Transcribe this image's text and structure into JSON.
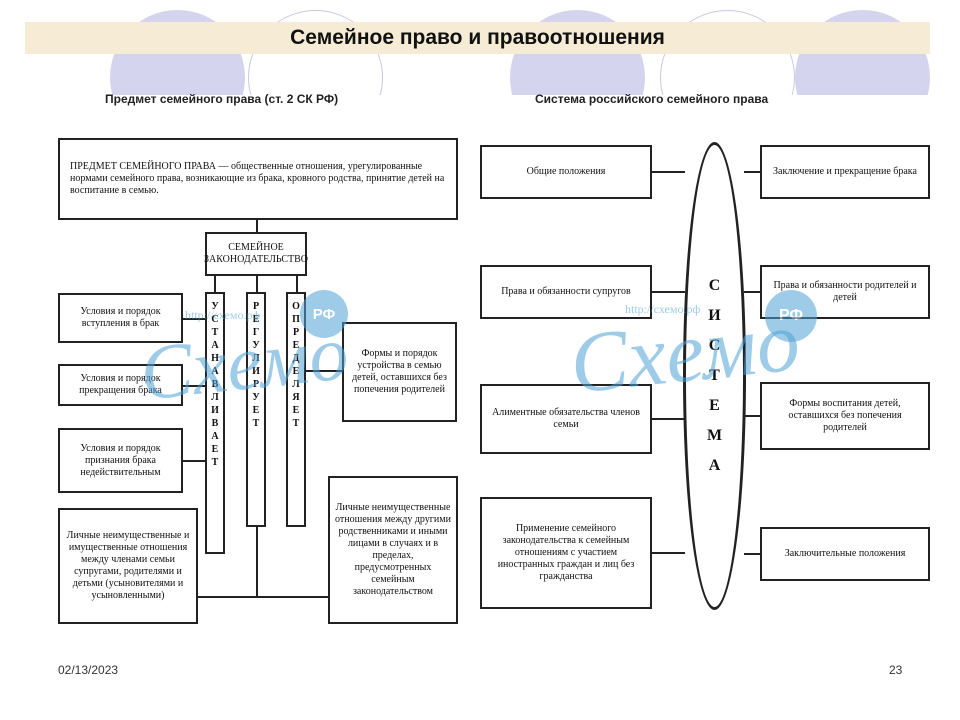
{
  "title": "Семейное право и правоотношения",
  "left": {
    "heading": "Предмет семейного права (ст. 2 СК РФ)",
    "main_box": "ПРЕДМЕТ СЕМЕЙНОГО ПРАВА — общественные отношения, урегулированные нормами семейного права, возникающие из брака, кровного родства, принятие детей на воспитание в семью.",
    "law_box": "СЕМЕЙНОЕ ЗАКОНОДАТЕЛЬСТВО",
    "columns": [
      {
        "letters": [
          "У",
          "С",
          "Т",
          "А",
          "Н",
          "А",
          "В",
          "Л",
          "И",
          "В",
          "А",
          "Е",
          "Т"
        ]
      },
      {
        "letters": [
          "Р",
          "Е",
          "Г",
          "У",
          "Л",
          "И",
          "Р",
          "У",
          "Е",
          "Т"
        ]
      },
      {
        "letters": [
          "О",
          "П",
          "Р",
          "Е",
          "Д",
          "Е",
          "Л",
          "Я",
          "Е",
          "Т"
        ]
      }
    ],
    "left_boxes": [
      "Условия и порядок вступления в брак",
      "Условия и порядок прекращения брака",
      "Условия и порядок признания брака недействительным",
      "Личные неимущественные и имущественные отношения между членами семьи супругами, родителями и детьми (усыновителями и усыновленными)"
    ],
    "right_boxes": [
      "Формы и порядок устройства в семью детей, оставшихся без попечения родителей",
      "Личные неимущественные отношения между другими родственниками и иными лицами в случаях и в пределах, предусмотренных семейным законодательством"
    ]
  },
  "right": {
    "heading": "Система российского семейного права",
    "system_letters": [
      "С",
      "И",
      "С",
      "Т",
      "Е",
      "М",
      "А"
    ],
    "left_boxes": [
      "Общие положения",
      "Права и обязанности супругов",
      "Алиментные обязательства членов семьи",
      "Применение семейного законодательства к семейным отношениям с участием иностранных граждан и лиц без гражданства"
    ],
    "right_boxes": [
      "Заключение и прекращение брака",
      "Права и обязанности родителей и детей",
      "Формы воспитания детей, оставшихся без попечения родителей",
      "Заключительные положения"
    ]
  },
  "watermark": {
    "text": "Схемо",
    "url": "http://схемо.рф",
    "badge": "РФ"
  },
  "footer": {
    "date": "02/13/2023",
    "page": "23"
  }
}
